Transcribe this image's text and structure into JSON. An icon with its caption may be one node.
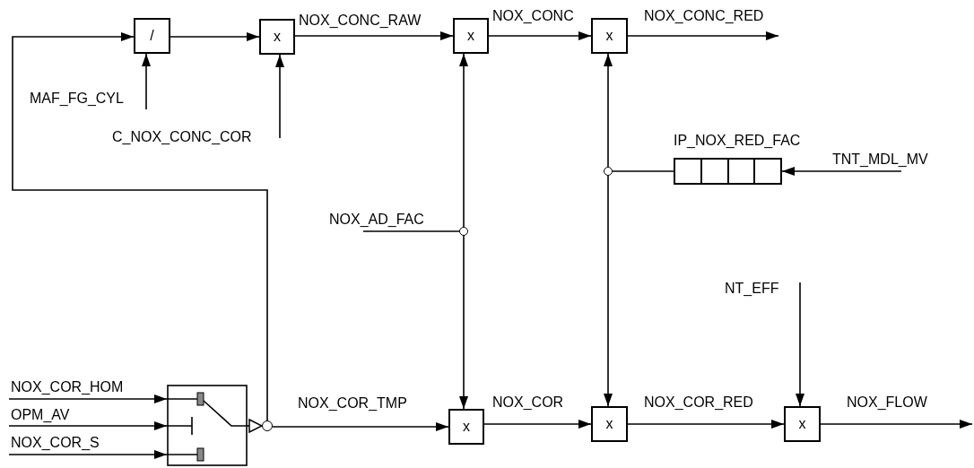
{
  "diagram": {
    "nodes": [
      {
        "text": [
          "/"
        ]
      },
      {
        "text": [
          "x"
        ]
      },
      {
        "text": [
          "x"
        ]
      },
      {
        "text": [
          "x"
        ]
      },
      {
        "text": [
          "IP_NOX_RED_FAC"
        ]
      },
      {
        "text": [],
        "shape": "box"
      },
      {
        "text": [
          "x"
        ]
      },
      {
        "text": [
          "x"
        ]
      },
      {
        "text": [
          "x"
        ]
      },
      {
        "text": [],
        "shape": "circle"
      },
      {
        "text": [],
        "shape": "circle"
      },
      {
        "text": [],
        "shape": "circle"
      }
    ],
    "edges": [
      {
        "from": 11,
        "to": 0,
        "arrow": "to"
      },
      {
        "from": null,
        "to": 0,
        "arrow": "to",
        "label": "MAF_FG_CYL"
      },
      {
        "from": 0,
        "to": 1,
        "arrow": "to"
      },
      {
        "from": null,
        "to": 1,
        "arrow": "to",
        "label": "C_NOX_CONC_COR"
      },
      {
        "from": 1,
        "to": 2,
        "arrow": "to",
        "label": "NOX_CONC_RAW"
      },
      {
        "from": 2,
        "to": 3,
        "arrow": "to",
        "label": "NOX_CONC"
      },
      {
        "from": 3,
        "to": null,
        "arrow": "to",
        "label": "NOX_CONC_RED"
      },
      {
        "from": null,
        "to": 9,
        "arrow": "none",
        "label": "NOX_AD_FAC"
      },
      {
        "from": 9,
        "to": 2,
        "arrow": "to"
      },
      {
        "from": 9,
        "to": 6,
        "arrow": "to"
      },
      {
        "from": null,
        "to": 4,
        "arrow": "to",
        "label": "TNT_MDL_MV"
      },
      {
        "from": 4,
        "to": 10,
        "arrow": "none"
      },
      {
        "from": 10,
        "to": 3,
        "arrow": "to"
      },
      {
        "from": 10,
        "to": 7,
        "arrow": "to"
      },
      {
        "from": null,
        "to": 5,
        "arrow": "to",
        "label": "NOX_COR_HOM"
      },
      {
        "from": null,
        "to": 5,
        "arrow": "to",
        "label": "OPM_AV"
      },
      {
        "from": null,
        "to": 5,
        "arrow": "to",
        "label": "NOX_COR_S"
      },
      {
        "from": 5,
        "to": 11,
        "arrow": "to"
      },
      {
        "from": 11,
        "to": 6,
        "arrow": "to",
        "label": "NOX_COR_TMP"
      },
      {
        "from": 6,
        "to": 7,
        "arrow": "to",
        "label": "NOX_COR"
      },
      {
        "from": 7,
        "to": 8,
        "arrow": "to",
        "label": "NOX_COR_RED"
      },
      {
        "from": null,
        "to": 8,
        "arrow": "to",
        "label": "NT_EFF"
      },
      {
        "from": 8,
        "to": null,
        "arrow": "to",
        "label": "NOX_FLOW"
      }
    ]
  }
}
